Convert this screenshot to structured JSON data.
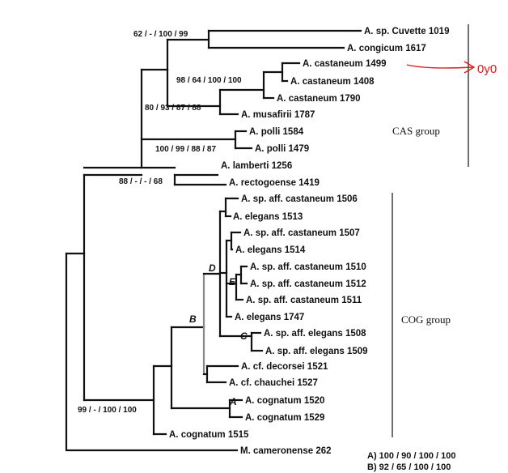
{
  "taxa": {
    "t1": "A. sp. Cuvette 1019",
    "t2": "A. congicum 1617",
    "t3": "A. castaneum 1499",
    "t4": "A. castaneum 1408",
    "t5": "A. castaneum 1790",
    "t6": "A. musafirii 1787",
    "t7": "A. polli 1584",
    "t8": "A. polli 1479",
    "t9": "A. lamberti 1256",
    "t10": "A. rectogoense 1419",
    "t11": "A. sp. aff. castaneum 1506",
    "t12": "A. elegans 1513",
    "t13": "A. sp. aff. castaneum 1507",
    "t14": "A. elegans 1514",
    "t15": "A. sp. aff. castaneum 1510",
    "t16": "A. sp. aff. castaneum 1512",
    "t17": "A. sp. aff. castaneum 1511",
    "t18": "A. elegans 1747",
    "t19": "A. sp. aff. elegans 1508",
    "t20": "A. sp. aff. elegans 1509",
    "t21": "A. cf. decorsei 1521",
    "t22": "A. cf. chauchei 1527",
    "t23": "A. cognatum 1520",
    "t24": "A. cognatum 1529",
    "t25": "A. cognatum 1515",
    "t26": "M. cameronense 262"
  },
  "support": {
    "s1": "62 / - / 100 / 99",
    "s2": "98 / 64 / 100 / 100",
    "s3": "80 / 93 / 87 / 88",
    "s4": "100 / 99 / 88 / 87",
    "s5": "88 / - / - / 68",
    "s6": "99 / - / 100 / 100"
  },
  "node_labels": {
    "a": "A",
    "b": "B",
    "c": "C",
    "d": "D",
    "e": "E"
  },
  "groups": {
    "cas": "CAS group",
    "cog": "COG group"
  },
  "legend": {
    "a": "A) 100 /  90 / 100 / 100",
    "b": "B)  92 /  65 / 100 / 100"
  },
  "annotation": {
    "text": "0y0",
    "color": "#e01818"
  }
}
